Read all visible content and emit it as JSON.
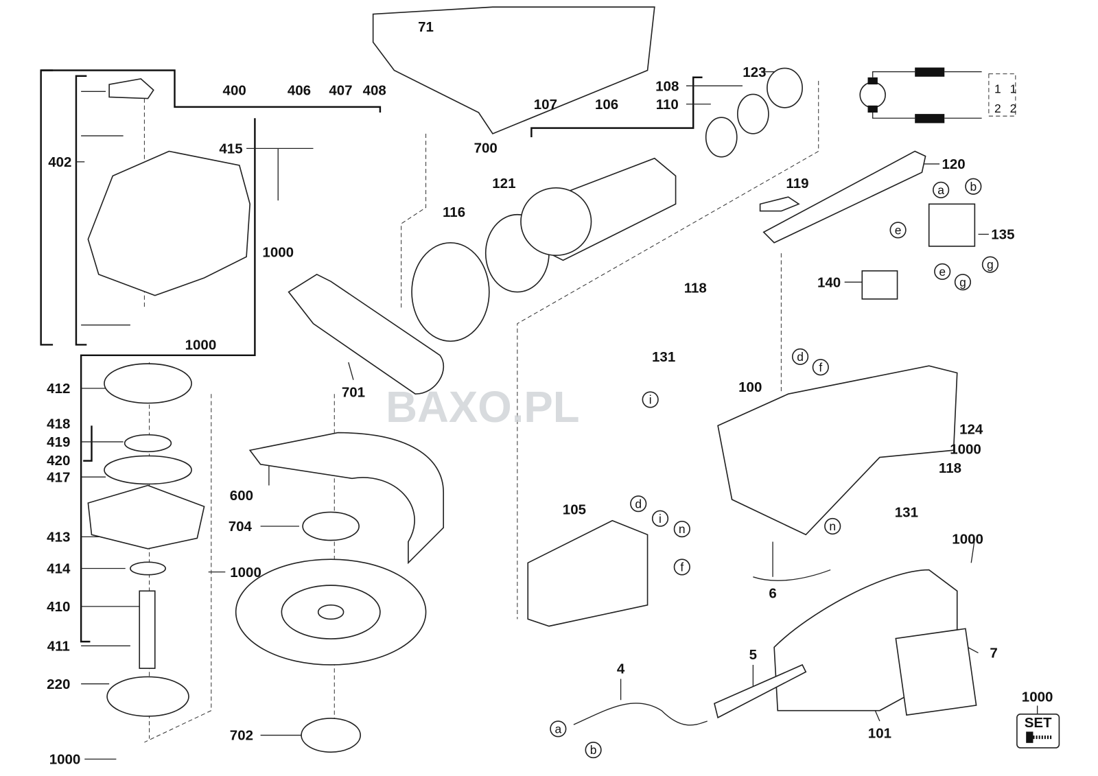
{
  "diagram": {
    "watermark": "BAXO.PL",
    "set_badge": "SET",
    "part_labels": [
      {
        "id": "71"
      },
      {
        "id": "700"
      },
      {
        "id": "400"
      },
      {
        "id": "406"
      },
      {
        "id": "407"
      },
      {
        "id": "408"
      },
      {
        "id": "402"
      },
      {
        "id": "415"
      },
      {
        "id": "1000"
      },
      {
        "id": "1000"
      },
      {
        "id": "107"
      },
      {
        "id": "106"
      },
      {
        "id": "108"
      },
      {
        "id": "110"
      },
      {
        "id": "123"
      },
      {
        "id": "120"
      },
      {
        "id": "121"
      },
      {
        "id": "116"
      },
      {
        "id": "119"
      },
      {
        "id": "135"
      },
      {
        "id": "140"
      },
      {
        "id": "118"
      },
      {
        "id": "131"
      },
      {
        "id": "100"
      },
      {
        "id": "701"
      },
      {
        "id": "412"
      },
      {
        "id": "418"
      },
      {
        "id": "419"
      },
      {
        "id": "420"
      },
      {
        "id": "417"
      },
      {
        "id": "600"
      },
      {
        "id": "704"
      },
      {
        "id": "413"
      },
      {
        "id": "414"
      },
      {
        "id": "1000"
      },
      {
        "id": "410"
      },
      {
        "id": "411"
      },
      {
        "id": "220"
      },
      {
        "id": "702"
      },
      {
        "id": "1000"
      },
      {
        "id": "105"
      },
      {
        "id": "124"
      },
      {
        "id": "1000"
      },
      {
        "id": "118"
      },
      {
        "id": "131"
      },
      {
        "id": "1000"
      },
      {
        "id": "6"
      },
      {
        "id": "7"
      },
      {
        "id": "5"
      },
      {
        "id": "4"
      },
      {
        "id": "101"
      },
      {
        "id": "1000"
      }
    ],
    "wire_labels": [
      "a",
      "b",
      "e",
      "g",
      "e",
      "g",
      "d",
      "f",
      "i",
      "d",
      "i",
      "n",
      "f",
      "n",
      "a",
      "b"
    ],
    "schematic_contacts": [
      "1",
      "1",
      "2",
      "2"
    ]
  }
}
